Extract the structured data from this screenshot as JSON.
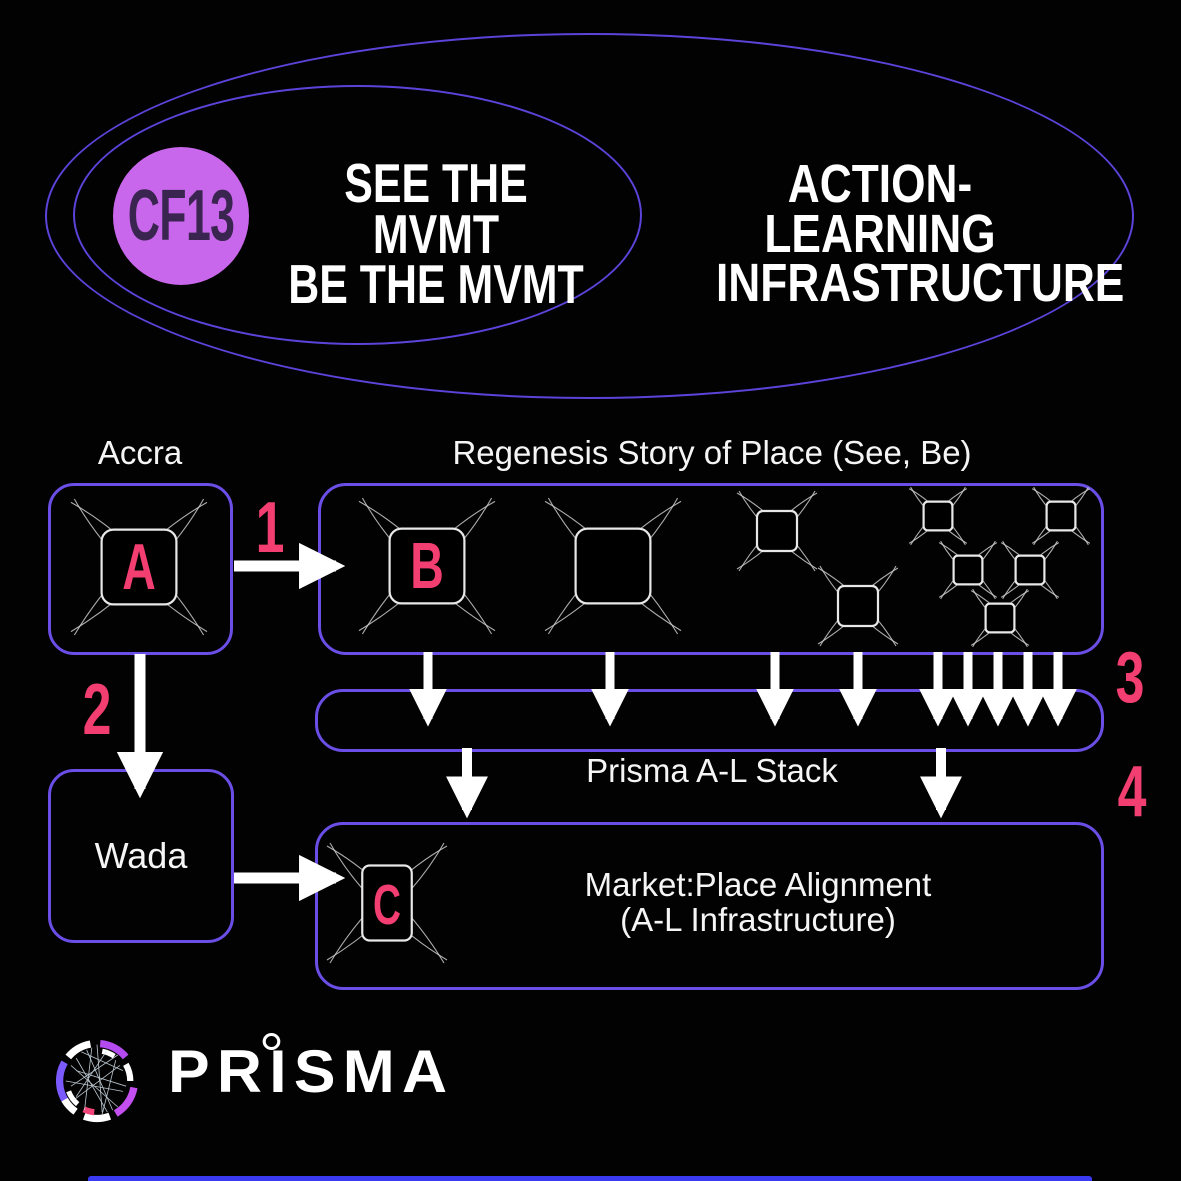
{
  "badge": {
    "id": "CF13",
    "tagline": [
      "SEE THE MVMT",
      "BE THE MVMT"
    ],
    "title": [
      "ACTION-LEARNING",
      "INFRASTRUCTURE"
    ]
  },
  "diagram": {
    "accra_label": "Accra",
    "regenesis_label": "Regenesis Story of Place (See, Be)",
    "stack_label": "Prisma A-L Stack",
    "market_label": [
      "Market:Place Alignment",
      "(A-L Infrastructure)"
    ],
    "wada_label": "Wada",
    "nodes": {
      "a": "A",
      "b": "B",
      "c": "C"
    },
    "steps": {
      "s1": "1",
      "s2": "2",
      "s3": "3",
      "s4": "4"
    }
  },
  "footer": {
    "brand": "PRISMA"
  },
  "colors": {
    "background": "#020202",
    "accent_violet": "#6a4ee6",
    "ellipse_violet": "#5a44da",
    "accent_pink": "#f23e70",
    "badge_fill": "#c967ec",
    "badge_text": "#3a2450",
    "text_white": "#f5f5f5",
    "footer_bar_blue": "#3a3af2"
  }
}
